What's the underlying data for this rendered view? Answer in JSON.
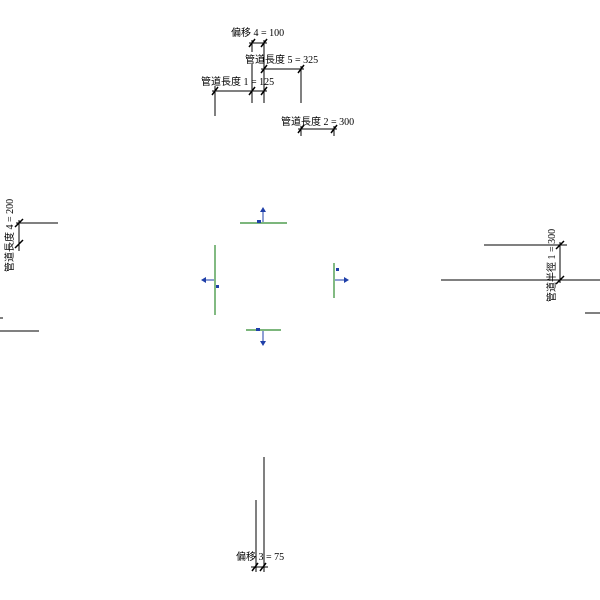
{
  "dimensions": {
    "offset_4": "偏移 4 = 100",
    "pipe_length_5": "管道長度 5 = 325",
    "pipe_length_1": "管道長度 1 = 125",
    "pipe_length_2": "管道長度 2 = 300",
    "pipe_length_4": "管道長度 4 = 200",
    "pipe_radius_1": "管道半徑 1 = 300",
    "offset_3": "偏移 3 = 75"
  },
  "colors": {
    "line": "#000000",
    "reference_plane": "#2e8b2e",
    "control_arrow": "#1f3fa8"
  }
}
